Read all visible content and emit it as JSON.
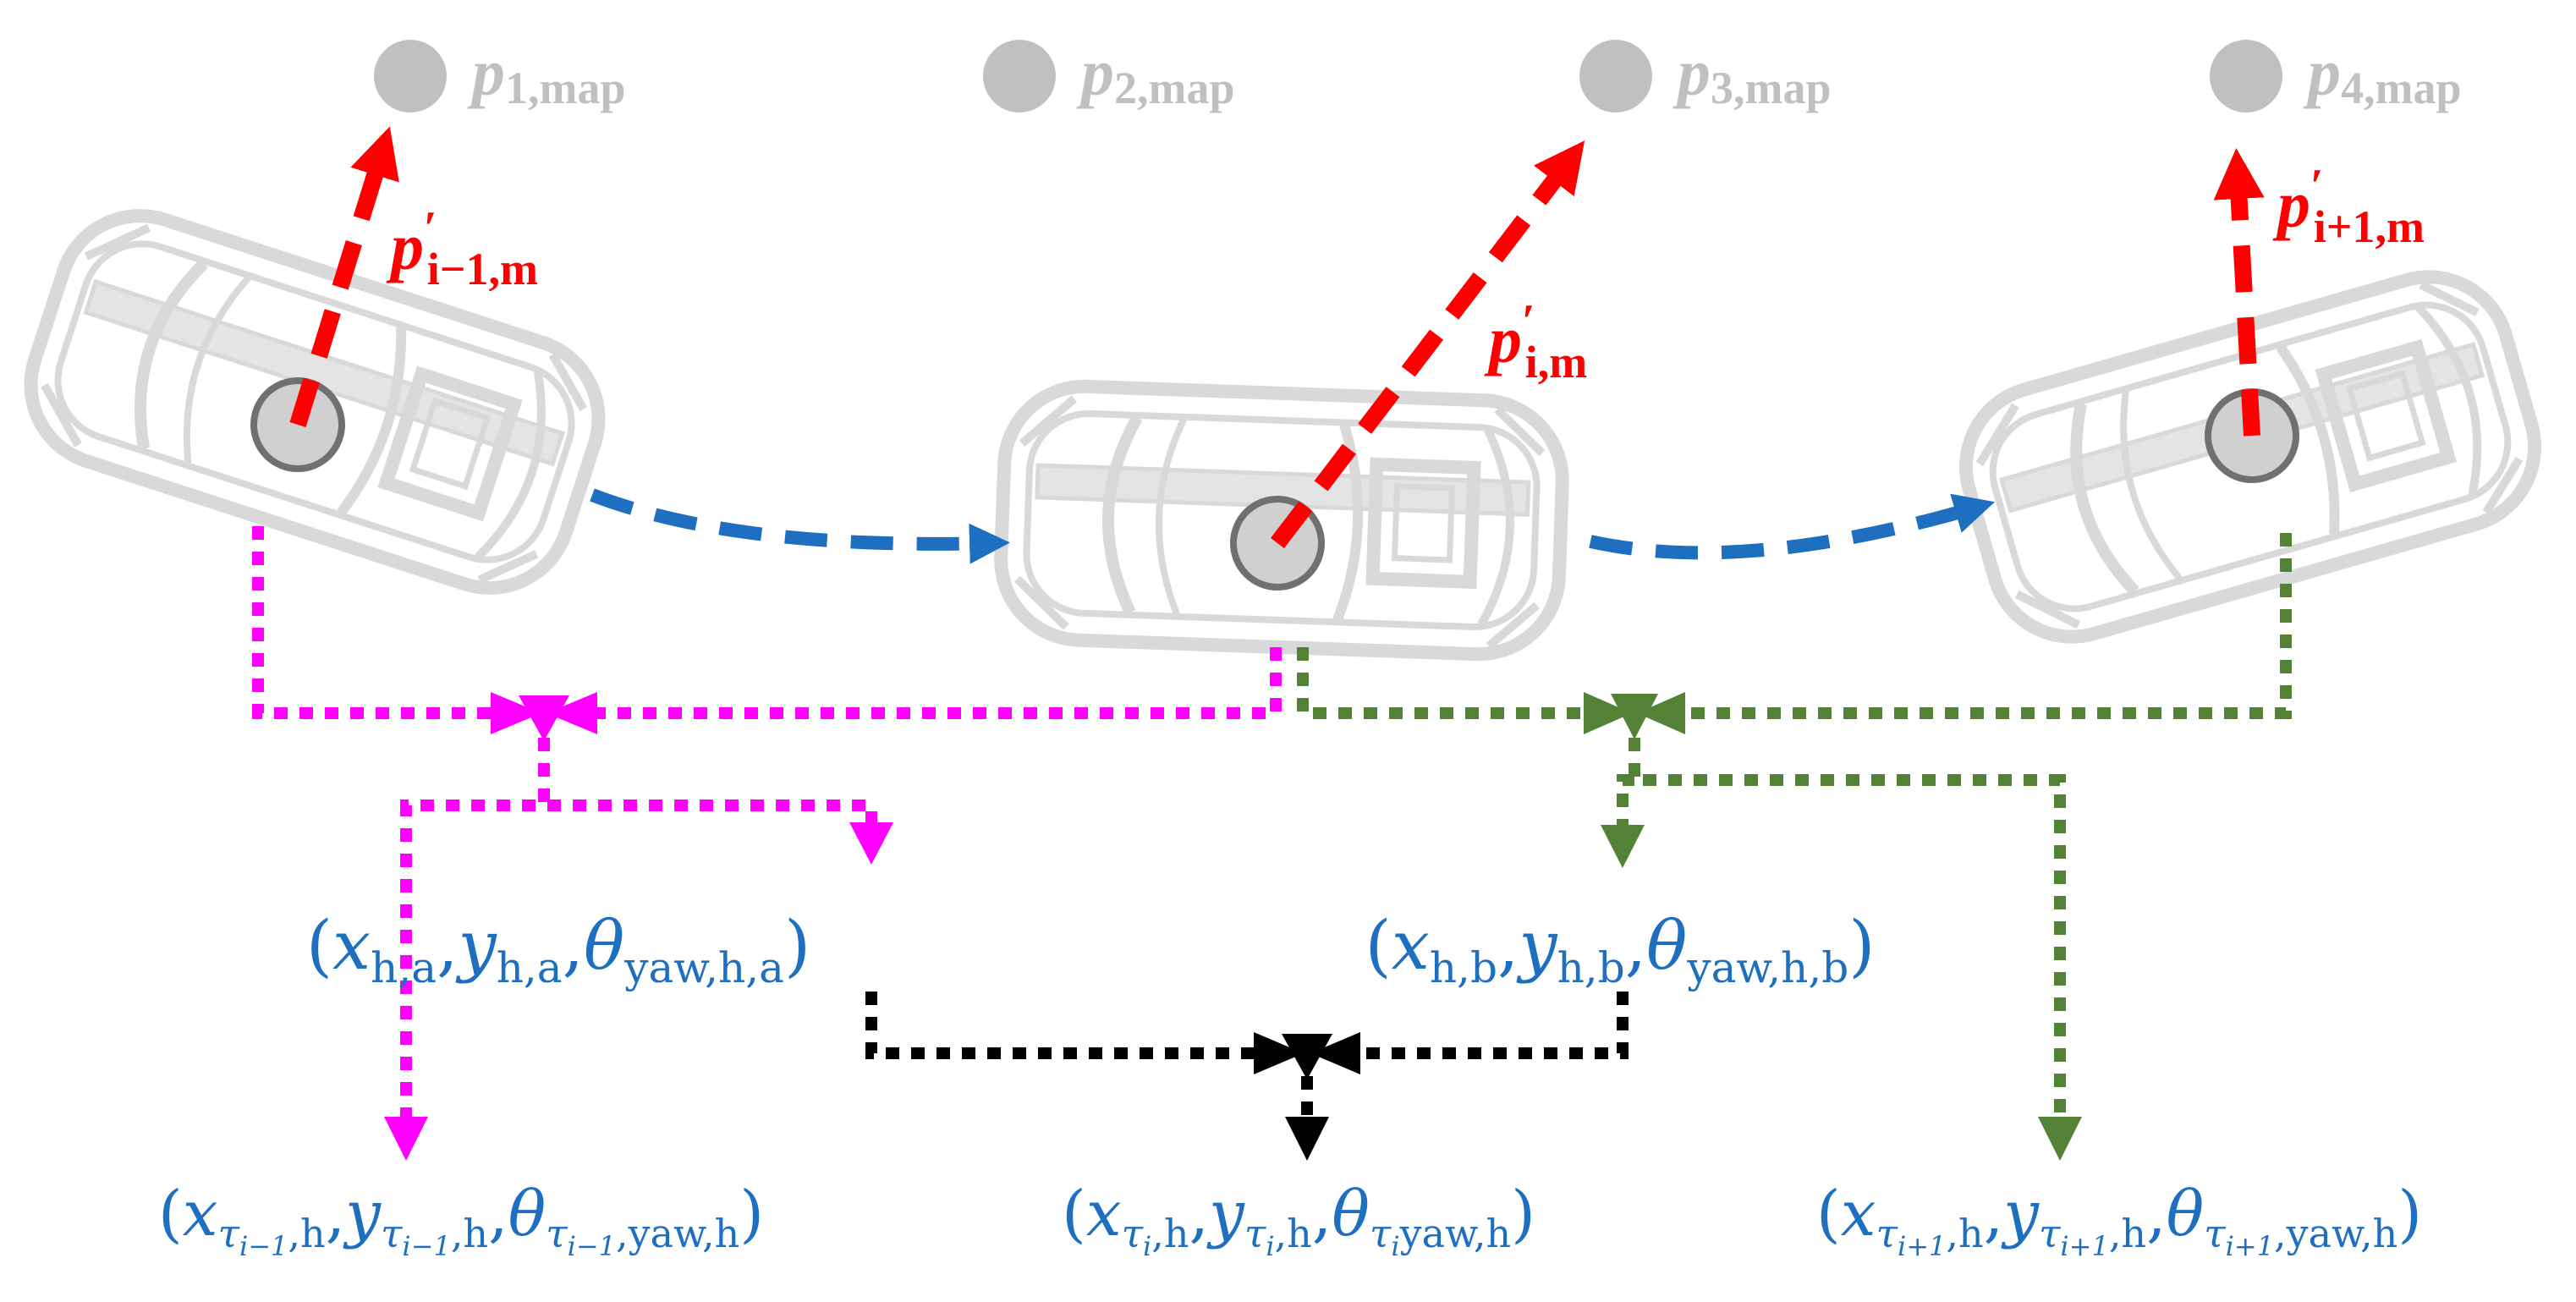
{
  "colors": {
    "map_point": "#c0c0c0",
    "car_outline": "#d9d9d9",
    "vector_red": "#ff0000",
    "trajectory_blue": "#1f6fc0",
    "magenta": "#ff00ff",
    "green": "#538135",
    "black": "#000000",
    "label_blue": "#1f6fc0"
  },
  "icons": {
    "vehicle": "car-top-view-icon",
    "map_point": "filled-circle-icon",
    "vehicle_center": "circle-marker-icon"
  },
  "map_points": [
    {
      "sym": "p",
      "sub": "1,map"
    },
    {
      "sym": "p",
      "sub": "2,map"
    },
    {
      "sym": "p",
      "sub": "3,map"
    },
    {
      "sym": "p",
      "sub": "4,map"
    }
  ],
  "vectors": [
    {
      "sym": "p",
      "prime": "′",
      "sub": "i−1,m"
    },
    {
      "sym": "p",
      "prime": "′",
      "sub": "i,m"
    },
    {
      "sym": "p",
      "prime": "′",
      "sub": "i+1,m"
    }
  ],
  "intermediate": {
    "a": {
      "open": "(",
      "x": "x",
      "xs": "h,a",
      "sep1": ",",
      "y": "y",
      "ys": "h,a",
      "sep2": ",",
      "t": "θ",
      "ts": "yaw,h,a",
      "close": ")"
    },
    "b": {
      "open": "(",
      "x": "x",
      "xs": "h,b",
      "sep1": ",",
      "y": "y",
      "ys": "h,b",
      "sep2": ",",
      "t": "θ",
      "ts": "yaw,h,b",
      "close": ")"
    }
  },
  "outputs": [
    {
      "open": "(",
      "x": "x",
      "tau": "τ",
      "idx": "i−1",
      "hs": ",h",
      "sep1": ",",
      "y": "y",
      "sep2": ",",
      "t": "θ",
      "ts": ",yaw,h",
      "close": ")"
    },
    {
      "open": "(",
      "x": "x",
      "tau": "τ",
      "idx": "i",
      "hs": ",h",
      "sep1": ",",
      "y": "y",
      "sep2": ",",
      "t": "θ",
      "ts": "yaw,h",
      "close": ")"
    },
    {
      "open": "(",
      "x": "x",
      "tau": "τ",
      "idx": "i+1",
      "hs": ",h",
      "sep1": ",",
      "y": "y",
      "sep2": ",",
      "t": "θ",
      "ts": ",yaw,h",
      "close": ")"
    }
  ]
}
